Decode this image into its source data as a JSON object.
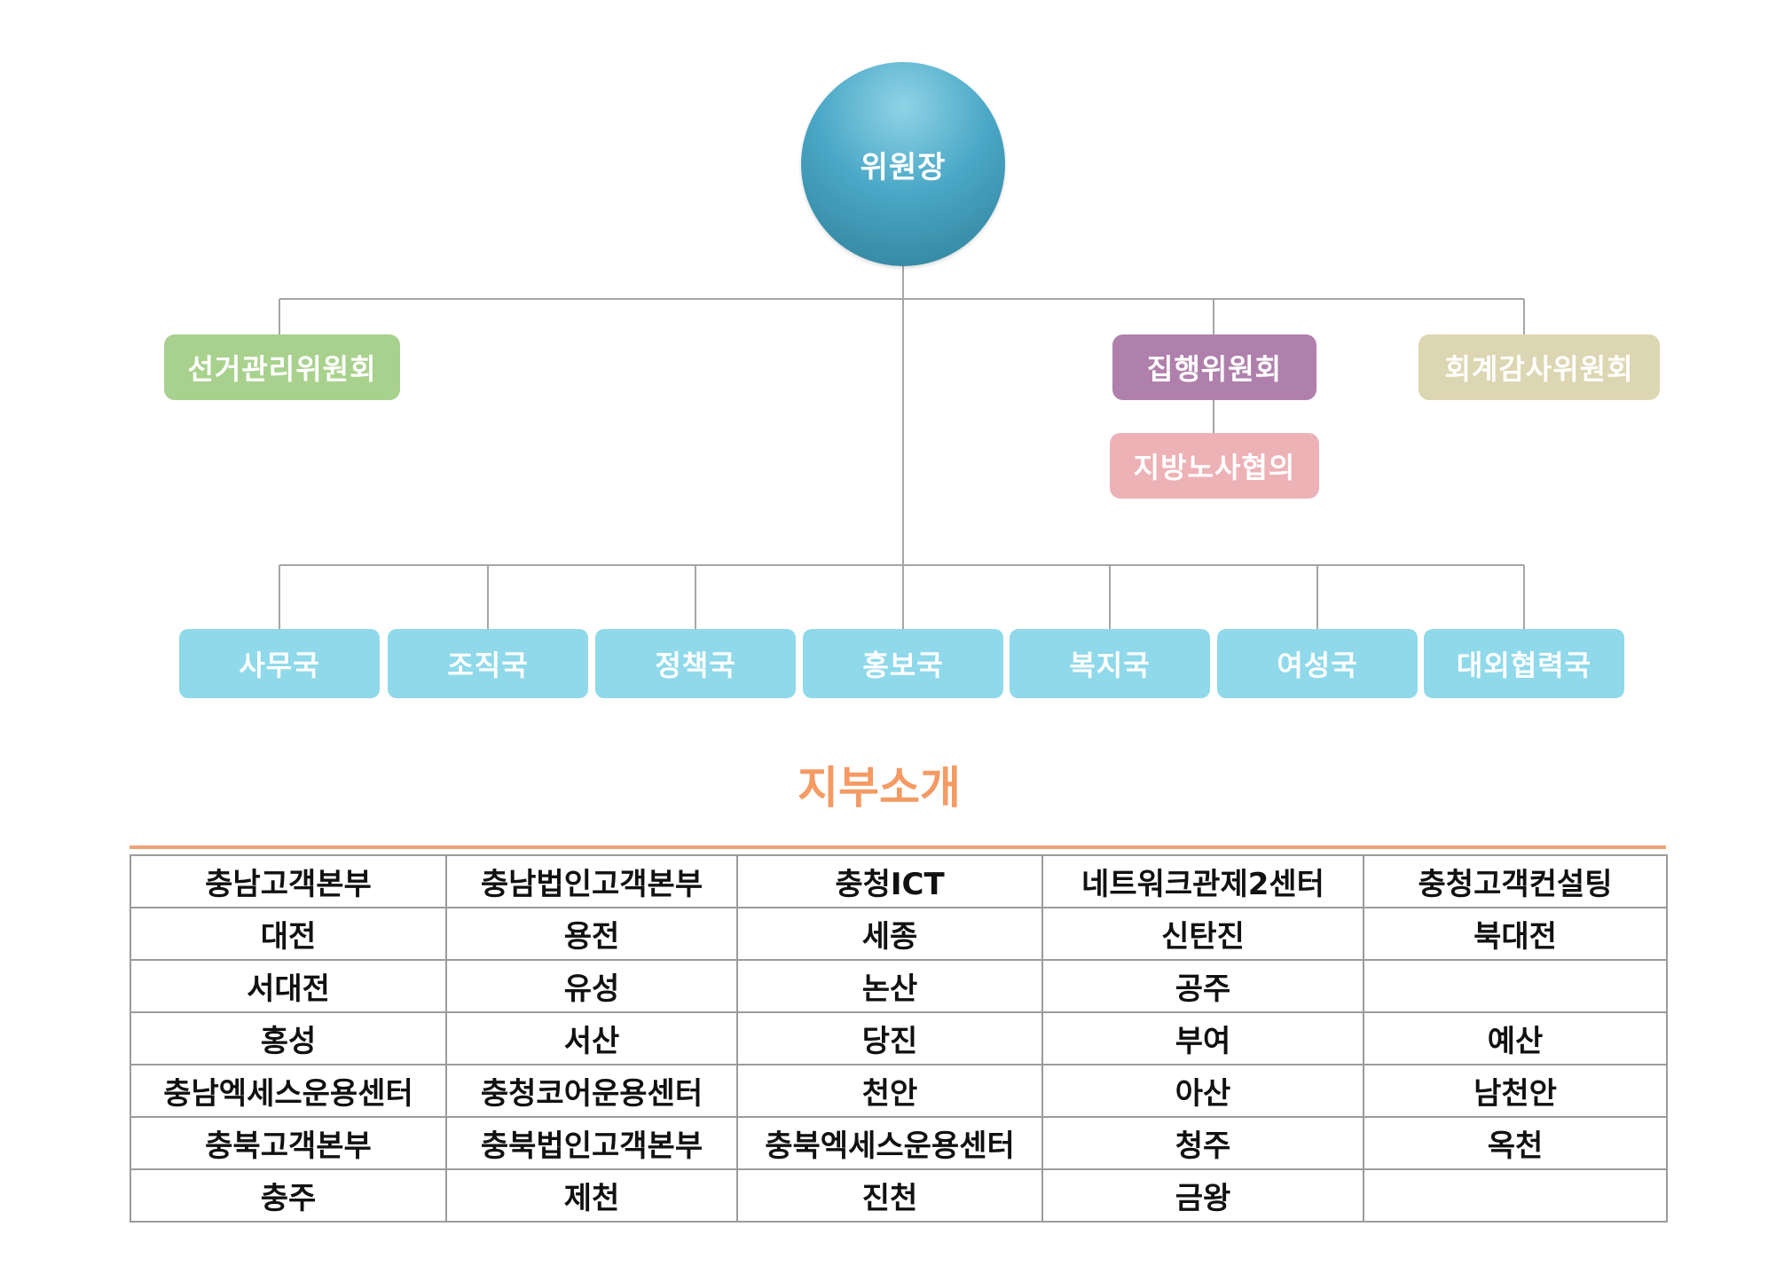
{
  "org_chart": {
    "head": "위원장",
    "committees": {
      "election": "선거관리위원회",
      "executive": "집행위원회",
      "audit": "회계감사위원회",
      "labor_council": "지방노사협의"
    },
    "departments": [
      "사무국",
      "조직국",
      "정책국",
      "홍보국",
      "복지국",
      "여성국",
      "대외협력국"
    ]
  },
  "branches": {
    "title": "지부소개",
    "rows": [
      [
        "충남고객본부",
        "충남법인고객본부",
        "충청ICT",
        "네트워크관제2센터",
        "충청고객컨설팅"
      ],
      [
        "대전",
        "용전",
        "세종",
        "신탄진",
        "북대전"
      ],
      [
        "서대전",
        "유성",
        "논산",
        "공주",
        ""
      ],
      [
        "홍성",
        "서산",
        "당진",
        "부여",
        "예산"
      ],
      [
        "충남엑세스운용센터",
        "충청코어운용센터",
        "천안",
        "아산",
        "남천안"
      ],
      [
        "충북고객본부",
        "충북법인고객본부",
        "충북엑세스운용센터",
        "청주",
        "옥천"
      ],
      [
        "충주",
        "제천",
        "진천",
        "금왕",
        ""
      ]
    ]
  },
  "colors": {
    "head_circle": "#4aa8c6",
    "election_committee": "#a9d18e",
    "executive_committee": "#b080ad",
    "audit_committee": "#ddd6b2",
    "labor_council": "#edb2b6",
    "departments": "#8fd9ea",
    "section_title": "#f59a63",
    "connector": "#a6a6a6"
  }
}
